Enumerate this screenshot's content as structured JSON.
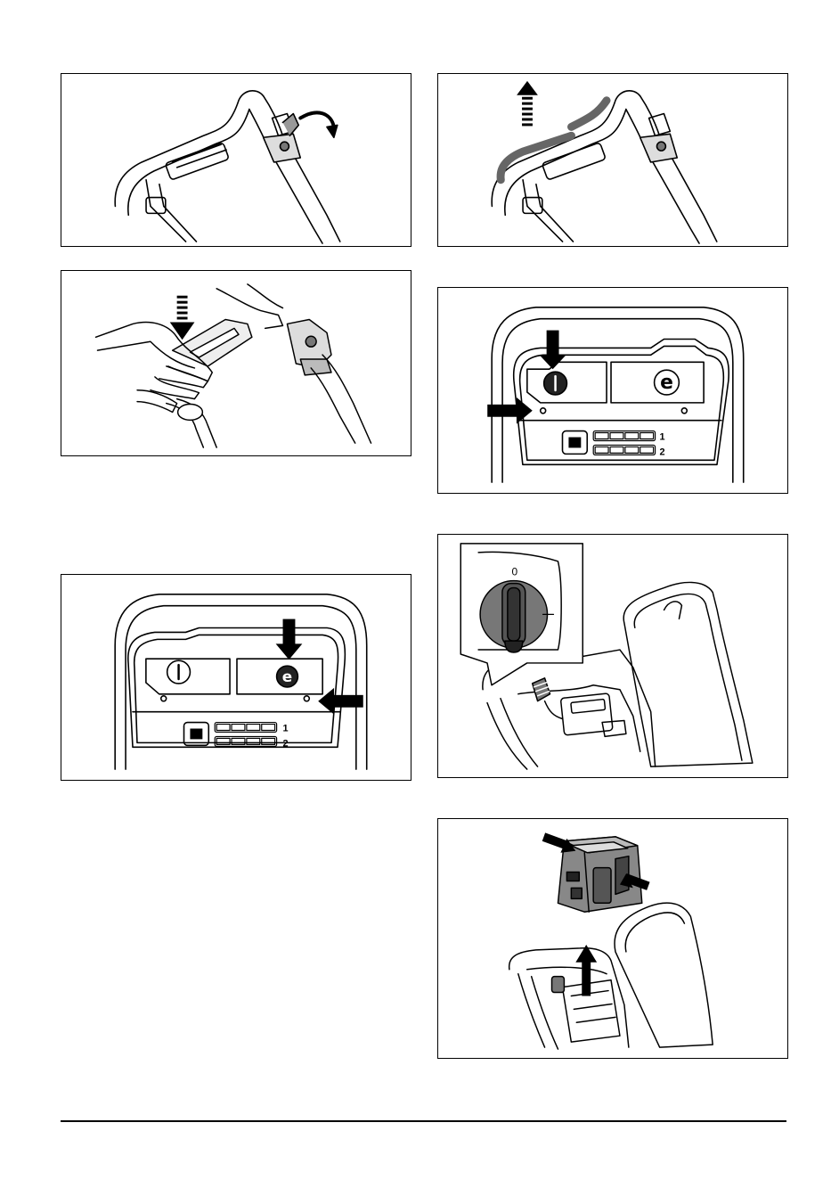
{
  "figures": {
    "battery_panel_left": {
      "row_1": "1",
      "row_2": "2"
    },
    "battery_panel_right": {
      "row_1": "1",
      "row_2": "2"
    },
    "dial": {
      "mark": "0"
    }
  }
}
